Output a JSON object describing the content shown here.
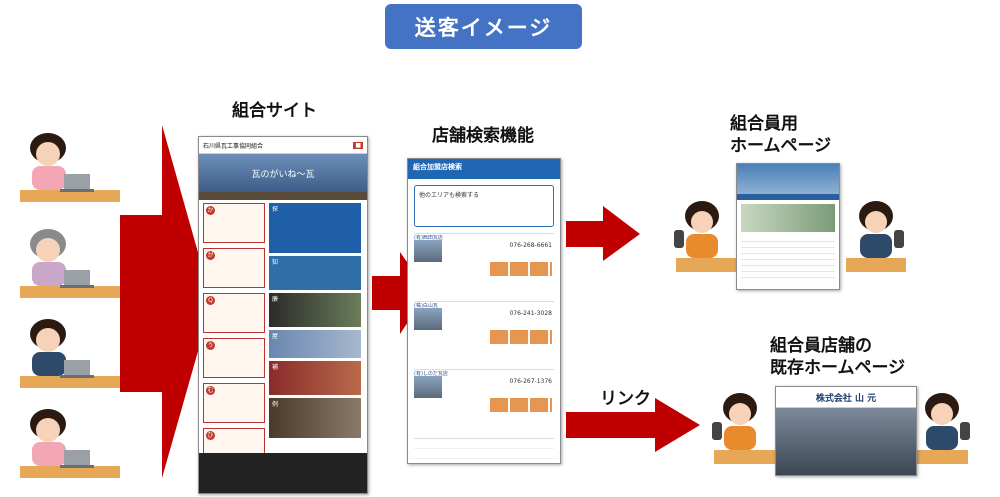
{
  "title": "送客イメージ",
  "labels": {
    "association_site": "組合サイト",
    "shop_search": "店舗検索機能",
    "member_homepage_line1": "組合員用",
    "member_homepage_line2": "ホームページ",
    "member_existing_line1": "組合員店舗の",
    "member_existing_line2": "既存ホームページ",
    "link": "リンク"
  },
  "site": {
    "org_name": "石川県瓦工事協同組合",
    "banner": "瓦のがいね～瓦",
    "cards_left": [
      "か",
      "が",
      "Q",
      "う",
      "む",
      "ひ"
    ],
    "cards_right": [
      "探",
      "知",
      "廉",
      "屋",
      "補",
      "例"
    ]
  },
  "search": {
    "header": "組合加盟店検索",
    "area_title": "他のエリアも検索する",
    "shops": [
      {
        "name": "(有)西田瓦店",
        "phone": "076-268-6661"
      },
      {
        "name": "(株)白山瓦",
        "phone": "076-241-3028"
      },
      {
        "name": "(有)しのだ瓦店",
        "phone": "076-267-1376"
      }
    ]
  },
  "existing": {
    "company": "株式会社 山 元"
  },
  "colors": {
    "arrow": "#c00000",
    "badge": "#4472c4"
  }
}
